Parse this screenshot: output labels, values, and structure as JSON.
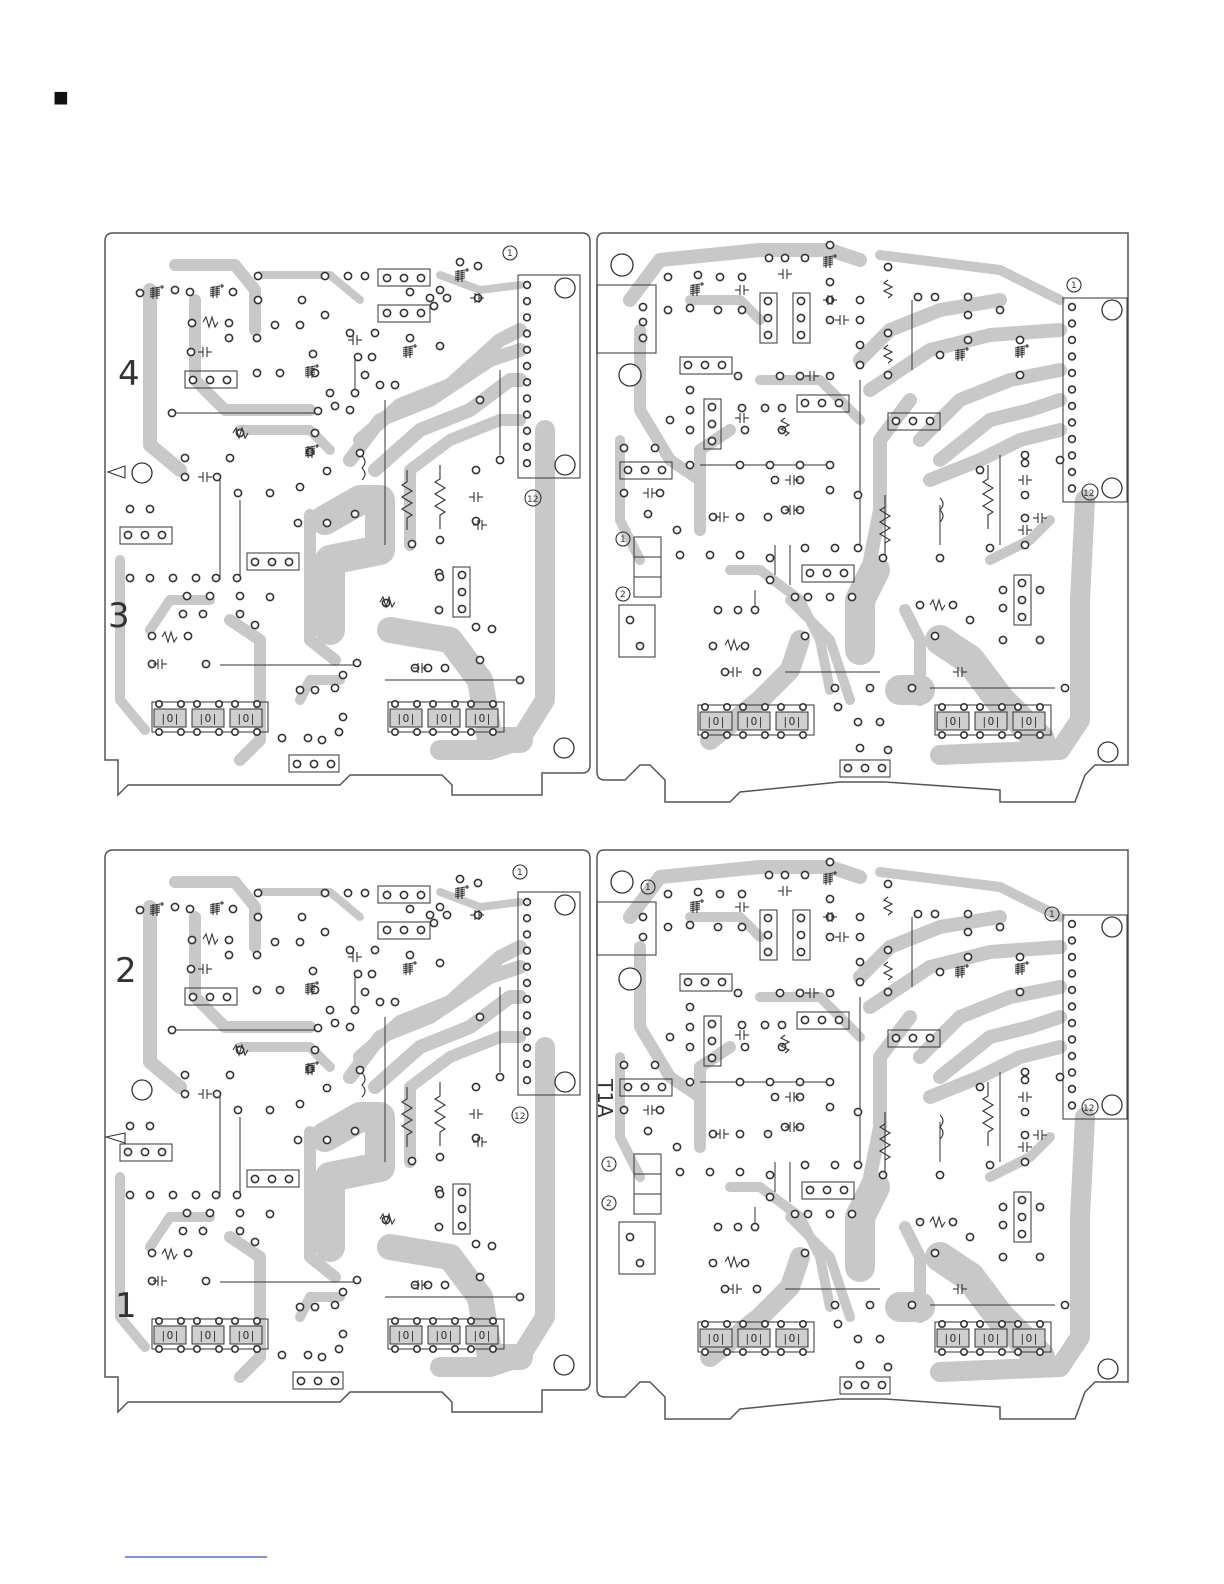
{
  "page": {
    "section_marker": "■",
    "footer_link_text": ""
  },
  "boards": [
    {
      "id": "top-left",
      "labels": [
        {
          "text": "4"
        },
        {
          "text": "3"
        }
      ],
      "connector_labels": [
        {
          "text": "1"
        },
        {
          "text": "12"
        }
      ]
    },
    {
      "id": "top-right",
      "labels": [],
      "connector_labels": [
        {
          "text": "1"
        },
        {
          "text": "12"
        },
        {
          "text": "1"
        },
        {
          "text": "2"
        }
      ]
    },
    {
      "id": "bottom-left",
      "labels": [
        {
          "text": "2"
        },
        {
          "text": "1"
        }
      ],
      "connector_labels": [
        {
          "text": "1"
        },
        {
          "text": "12"
        }
      ]
    },
    {
      "id": "bottom-right",
      "labels": [
        {
          "text": "T1A"
        }
      ],
      "connector_labels": [
        {
          "text": "1"
        },
        {
          "text": "12"
        },
        {
          "text": "1"
        },
        {
          "text": "1"
        },
        {
          "text": "2"
        }
      ]
    }
  ],
  "ic_glyph": "|O|"
}
